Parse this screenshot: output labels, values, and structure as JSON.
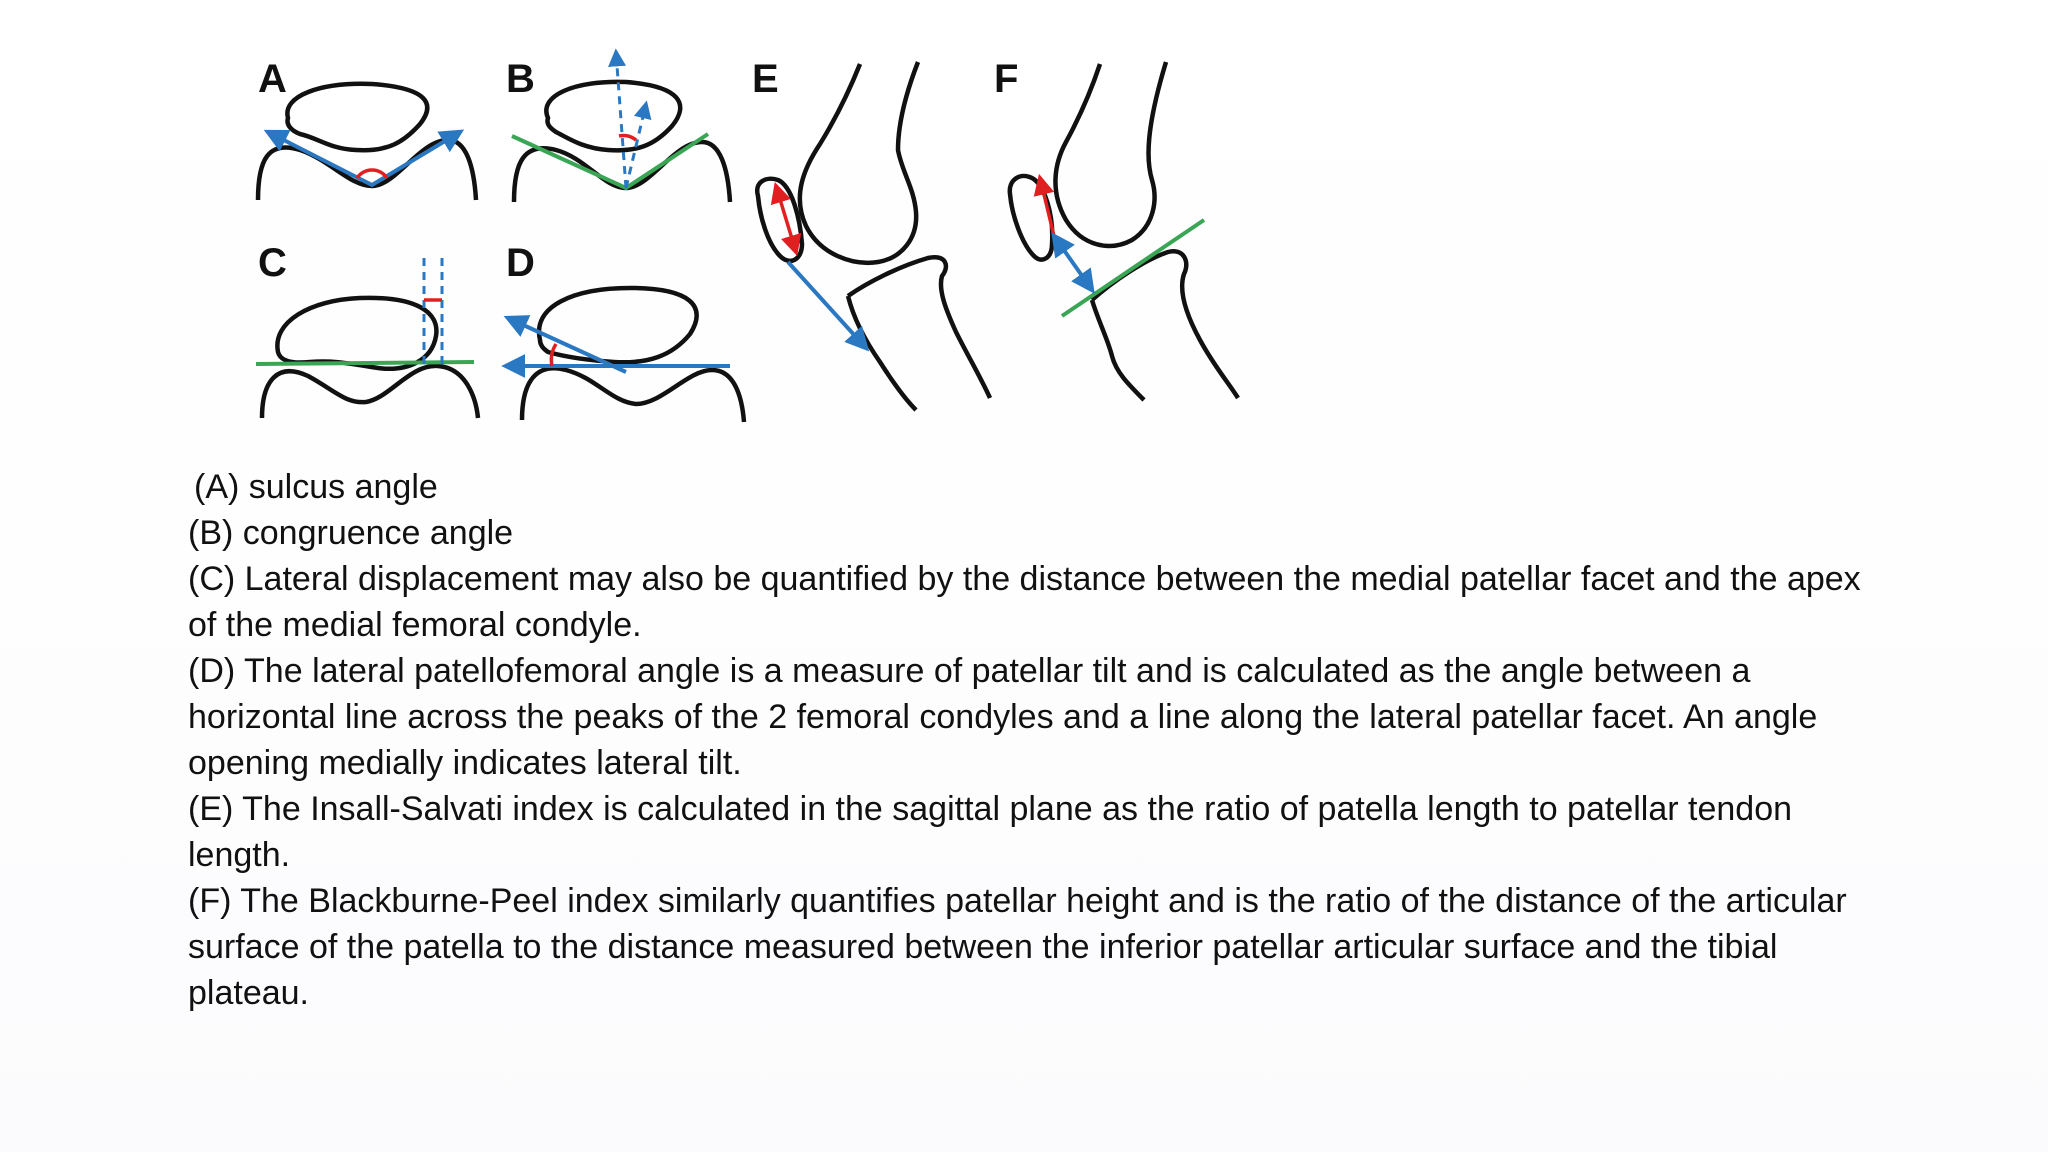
{
  "figure": {
    "panel_labels": [
      "A",
      "B",
      "C",
      "D",
      "E",
      "F"
    ],
    "colors": {
      "bone_outline": "#111111",
      "blue_line": "#2b78c2",
      "green_line": "#3aa655",
      "red_mark": "#e02020"
    }
  },
  "captions": [
    " (A)  sulcus angle",
    "(B) congruence angle",
    "(C) Lateral displacement may also be quantified by the distance between the medial patellar facet and the apex of the medial femoral condyle.",
    "(D) The lateral patellofemoral angle is a measure of patellar tilt and is calculated as the angle between a horizontal line across the peaks of the 2 femoral condyles and a line along the lateral patellar facet. An angle opening medially indicates lateral tilt.",
    "(E) The Insall-Salvati index is calculated in the sagittal plane as the ratio of patella length to patellar tendon length.",
    "(F) The Blackburne-Peel index similarly quantifies patellar height and is the ratio of the distance of the articular surface of the patella to the distance measured between the inferior patellar articular surface and the tibial plateau."
  ]
}
